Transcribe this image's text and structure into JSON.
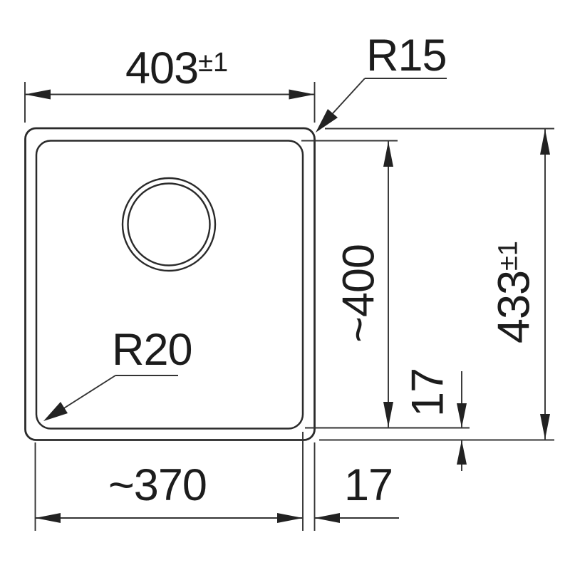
{
  "drawing": {
    "type": "technical-dimension-drawing",
    "subject": "undermount sink top view",
    "colors": {
      "background": "#ffffff",
      "line": "#2e2e2e",
      "text": "#1c1c1c"
    },
    "labels": {
      "width_overall": "403",
      "width_overall_tolerance": "±1",
      "corner_radius_outer": "R15",
      "corner_radius_inner": "R20",
      "height_inner": "~400",
      "height_overall": "433",
      "height_overall_tolerance": "±1",
      "rim_bottom": "17",
      "width_inner": "~370",
      "rim_right": "17"
    }
  }
}
